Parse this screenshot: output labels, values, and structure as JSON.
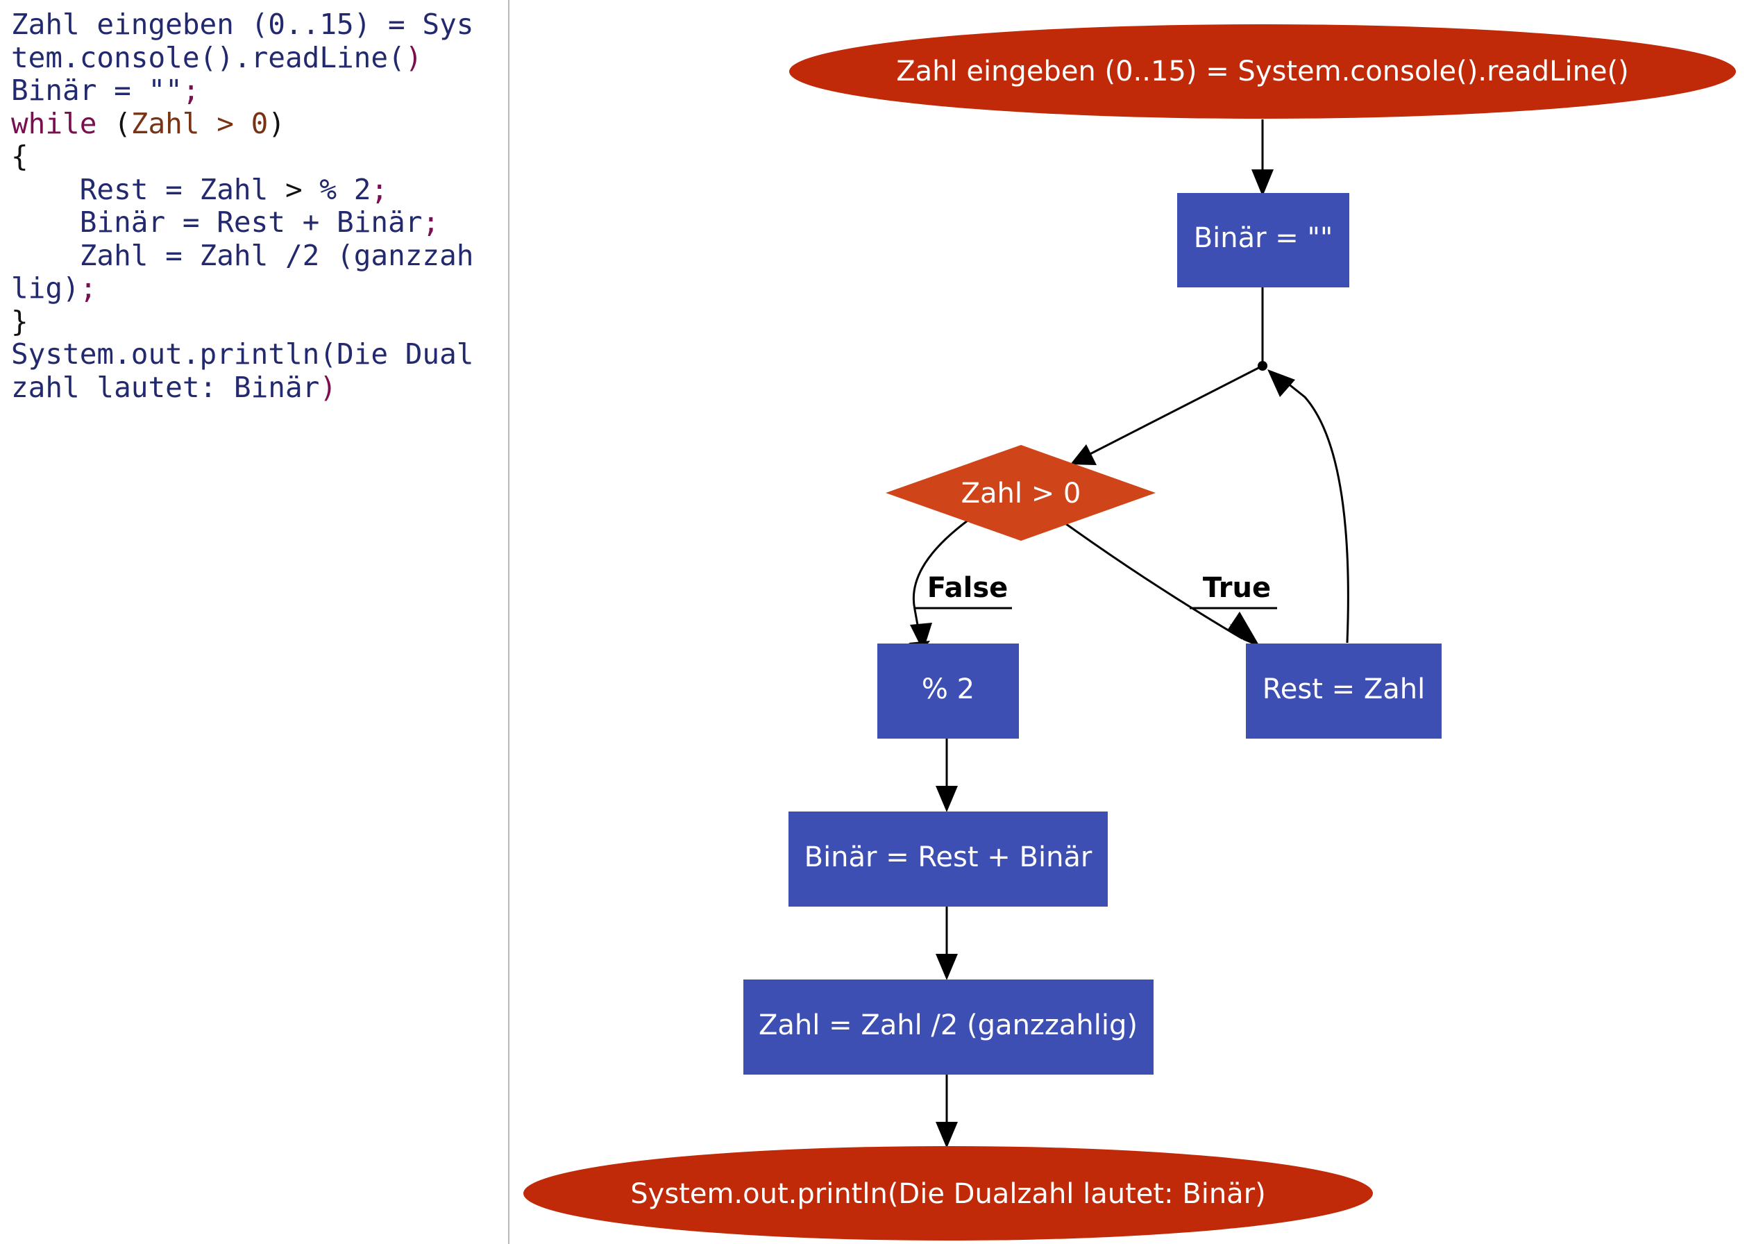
{
  "code": {
    "lines": [
      {
        "indent": "",
        "parts": [
          {
            "t": "Zahl eingeben (0..15) = Sys",
            "c": ""
          }
        ]
      },
      {
        "indent": "",
        "parts": [
          {
            "t": "tem.console().readLine(",
            "c": ""
          },
          {
            "t": ")",
            "c": "c-semi"
          }
        ]
      },
      {
        "indent": "",
        "parts": [
          {
            "t": "Binär = \"\"",
            "c": ""
          },
          {
            "t": ";",
            "c": "c-semi"
          }
        ]
      },
      {
        "indent": "",
        "parts": [
          {
            "t": "while",
            "c": "c-kw"
          },
          {
            "t": " ",
            "c": ""
          },
          {
            "t": "(",
            "c": "c-paren"
          },
          {
            "t": "Zahl > 0",
            "c": "c-cond"
          },
          {
            "t": ")",
            "c": "c-paren"
          }
        ]
      },
      {
        "indent": "",
        "parts": [
          {
            "t": "{",
            "c": "c-brace"
          }
        ]
      },
      {
        "indent": "    ",
        "parts": [
          {
            "t": "Rest = Zahl",
            "c": ""
          },
          {
            "t": " > ",
            "c": "c-paren"
          },
          {
            "t": "% 2",
            "c": ""
          },
          {
            "t": ";",
            "c": "c-semi"
          }
        ]
      },
      {
        "indent": "    ",
        "parts": [
          {
            "t": "Binär = Rest + Binär",
            "c": ""
          },
          {
            "t": ";",
            "c": "c-semi"
          }
        ]
      },
      {
        "indent": "    ",
        "parts": [
          {
            "t": "Zahl = Zahl /2 (ganzzah",
            "c": ""
          }
        ]
      },
      {
        "indent": "",
        "parts": [
          {
            "t": "lig)",
            "c": ""
          },
          {
            "t": ";",
            "c": "c-semi"
          }
        ]
      },
      {
        "indent": "",
        "parts": [
          {
            "t": "}",
            "c": "c-brace"
          }
        ]
      },
      {
        "indent": "",
        "parts": [
          {
            "t": "System.out.println(Die Dual",
            "c": ""
          }
        ]
      },
      {
        "indent": "",
        "parts": [
          {
            "t": "zahl lautet: Binär",
            "c": ""
          },
          {
            "t": ")",
            "c": "c-semi"
          }
        ]
      }
    ]
  },
  "flowchart": {
    "start": "Zahl eingeben (0..15) = System.console().readLine()",
    "init": "Binär = \"\"",
    "condition": "Zahl > 0",
    "false_label": "False",
    "true_label": "True",
    "false_box": "% 2",
    "true_box": "Rest = Zahl",
    "step_binar": "Binär = Rest + Binär",
    "step_zahl": "Zahl = Zahl /2 (ganzzahlig)",
    "end": "System.out.println(Die Dualzahl lautet: Binär)"
  },
  "colors": {
    "terminal": "#c02a08",
    "decision": "#cf4519",
    "process": "#3e4fb4",
    "edge": "#000000"
  }
}
